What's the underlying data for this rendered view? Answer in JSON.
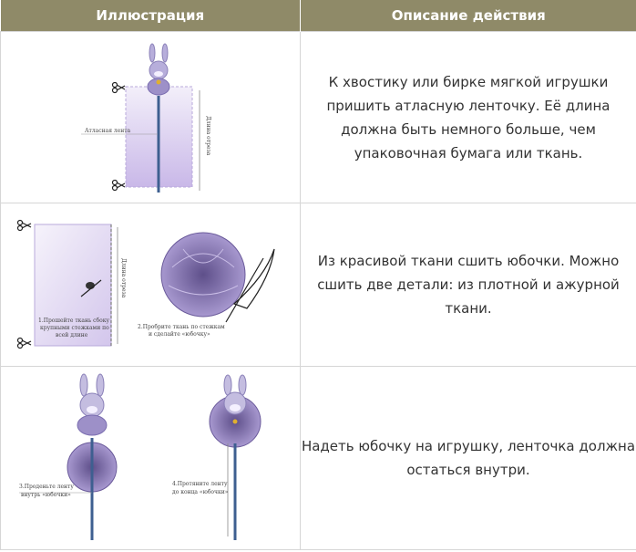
{
  "header": {
    "col_illustration": "Иллюстрация",
    "col_description": "Описание действия"
  },
  "rows": [
    {
      "description": "К хвостику или бирке мягкой игрушки пришить атласную ленточку. Её длина должна быть немного больше, чем упаковочная бумага или ткань.",
      "labels": {
        "ribbon": "Атласная лента",
        "length": "Длина отреза"
      }
    },
    {
      "description": "Из красивой ткани сшить юбочки. Можно сшить две детали: из плотной и ажурной ткани.",
      "labels": {
        "length": "Длина отреза",
        "step1_a": "1.Прошейте ткань сбоку",
        "step1_b": "крупными стежками по",
        "step1_c": "всей длине",
        "step2_a": "2.Пробрите ткань по стежкам",
        "step2_b": "и сделайте «юбочку»"
      }
    },
    {
      "description": "Надеть юбочку на игрушку, ленточка должна остаться внутри.",
      "labels": {
        "step3_a": "3.Проденьте ленту",
        "step3_b": "внутрь «юбочки»",
        "step4_a": "4.Протяните ленту",
        "step4_b": "до конца «юбочки»"
      }
    }
  ],
  "colors": {
    "header_bg": "#8f8a68",
    "fabric": "#d4c8ec",
    "skirt": "#7d6aa6",
    "stick": "#3e5f90"
  }
}
